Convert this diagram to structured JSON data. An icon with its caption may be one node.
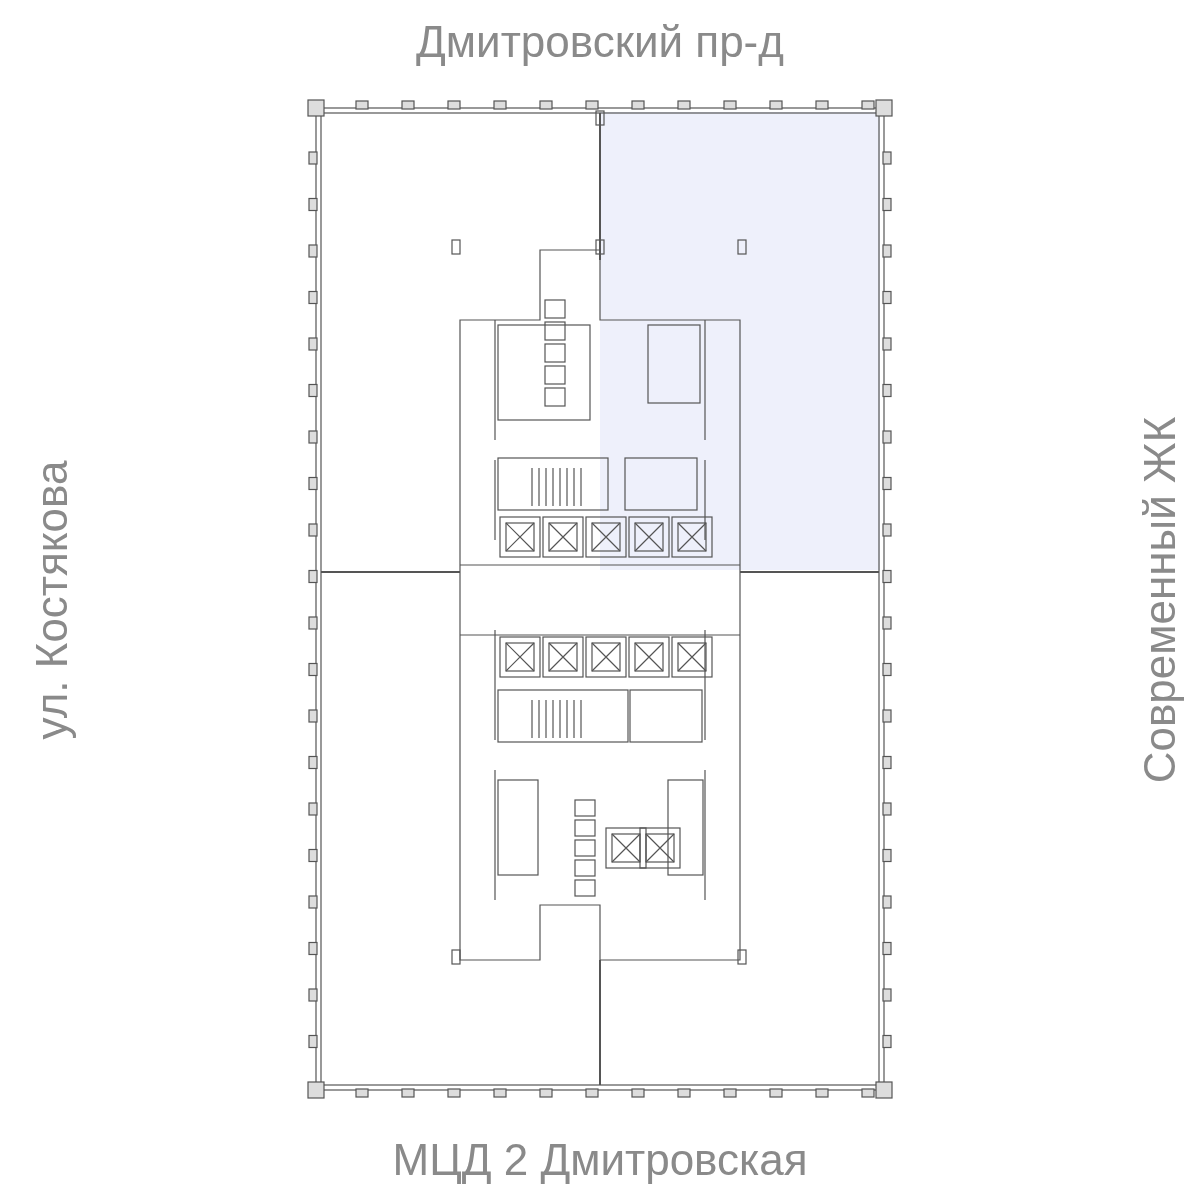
{
  "diagram": {
    "labels": [
      "Дмитровский пр-д",
      "ул. Костякова",
      "Современный ЖК",
      "МЦД 2 Дмитровская"
    ]
  }
}
